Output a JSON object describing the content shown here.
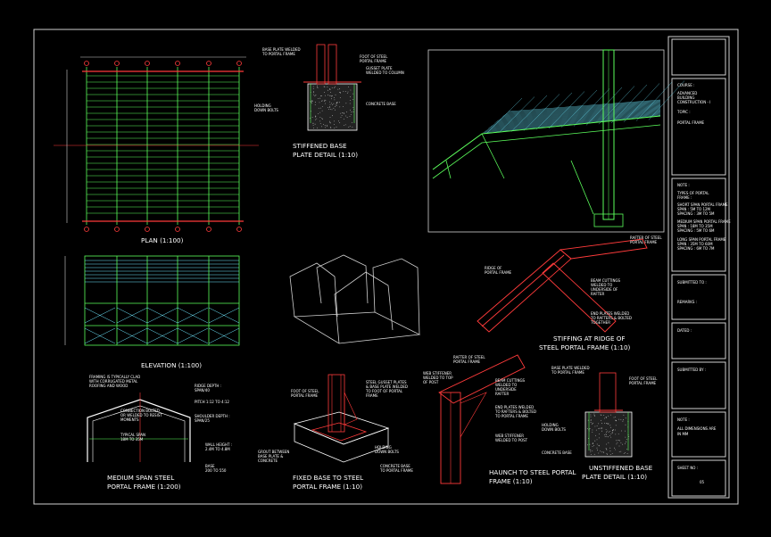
{
  "colors": {
    "background": "#000000",
    "border": "#cfcfcf",
    "green": "#5cff5c",
    "red": "#ff3b3b",
    "cyan": "#6fe8ff",
    "white": "#ffffff",
    "yellow": "#ffff66"
  },
  "titles": {
    "plan": "PLAN (1:100)",
    "elevation": "ELEVATION   (1:100)",
    "stiffened_base_1": "STIFFENED BASE",
    "stiffened_base_2": "PLATE DETAIL (1:10)",
    "stiffing_ridge_1": "STIFFING AT RIDGE OF",
    "stiffing_ridge_2": "STEEL PORTAL FRAME (1:10)",
    "medium_span_1": "MEDIUM SPAN STEEL",
    "medium_span_2": "PORTAL FRAME (1:200)",
    "fixed_base_1": "FIXED BASE TO STEEL",
    "fixed_base_2": "PORTAL FRAME (1:10)",
    "haunch_1": "HAUNCH TO STEEL PORTAL",
    "haunch_2": "FRAME (1:10)",
    "unstiffened_1": "UNSTIFFENED BASE",
    "unstiffened_2": "PLATE DETAIL (1:10)"
  },
  "labels": {
    "base_plate_welded": "BASE PLATE WELDED",
    "to_portal_frame": "TO PORTAL FRAME",
    "foot_of_steel": "FOOT OF STEEL",
    "portal_frame": "PORTAL FRAME",
    "gusset_plate": "GUSSET PLATE",
    "welded_to_column": "WELDED TO COLUMN",
    "holding": "HOLDING",
    "down_bolts": "DOWN BOLTS",
    "concrete_base": "CONCRETE BASE",
    "rafter_of_steel": "RAFTER OF STEEL",
    "ridge_of": "RIDGE OF",
    "beam_cuttings": "BEAM CUTTINGS",
    "welded_to": "WELDED TO",
    "underside_of": "UNDERSIDE OF",
    "rafter": "RAFTER",
    "end_plates": "END PLATES WELDED",
    "to_rafters_bolted": "TO RAFTERS & BOLTED",
    "together": "TOGETHER",
    "framing_typ": "FRAMING IS TYPICALLY CLAD",
    "with_corrugated": "WITH CORRUGATED METAL",
    "roofing_wood": "ROOFING AND WOOD",
    "ridge_depth": "RIDGE DEPTH :",
    "span_40": "SPAN/40",
    "pitch": "PITCH 1:12 TO 4:12",
    "connection_bolted": "CONNECTION BOLTED",
    "or_welded": "OR WELDED TO RESIST",
    "moments": "MOMENTS",
    "shoulder_depth": "SHOULDER DEPTH :",
    "span_25": "SPAN/25",
    "typical_span": "TYPICAL SPAN",
    "span_range": "18M TO 35M",
    "wall_height": "WALL HEIGHT :",
    "height_range": "2.4M TO 4.8M",
    "base": "BASE",
    "base_range": "200 TO 550",
    "steel_gusset": "STEEL GUSSET PLATES",
    "base_plate_weld": "& BASE PLATE WELDED",
    "to_foot": "TO FOOT OF PORTAL",
    "frame": "FRAME",
    "grout": "GROUT BETWEEN",
    "base_plate_and": "BASE PLATE &",
    "concrete": "CONCRETE",
    "concrete_base_to": "CONCRETE BASE",
    "to_portal": "TO PORTAL FRAME",
    "web_stiffener": "WEB STIFFENER",
    "welded_to_top": "WELDED TO TOP",
    "of_post": "OF POST",
    "welded_to_post": "WELDED TO POST",
    "underside": "UNDERSIDE"
  },
  "title_block": {
    "course_label": "COURSE :",
    "course_value_1": "ADVANCED",
    "course_value_2": "BUILDING",
    "course_value_3": "CONSTRUCTION - I",
    "topic_label": "TOPIC :",
    "topic_value": "PORTAL FRAME",
    "note_label": "NOTE :",
    "note_1": "TYPES OF PORTAL",
    "note_2": "FRAME :",
    "note_3": "SHORT SPAN PORTAL FRAME",
    "note_4": "SPAN      : 5M TO 12M",
    "note_5": "SPACING : 3M TO 5M",
    "note_6": "MEDIUM SPAN PORTAL FRAME",
    "note_7": "SPAN      : 18M TO 35M",
    "note_8": "SPACING : 5M TO 6M",
    "note_9": "LONG SPAN PORTAL FRAME",
    "note_10": "SPAN      : 35M TO 60M",
    "note_11": "SPACING : 6M TO 7M",
    "submitted_to": "SUBMITTED TO :",
    "remarks": "REMARKS :",
    "dated": "DATED :",
    "submitted_by": "SUBMITTED BY :",
    "note2_label": "NOTE :",
    "note2_1": "ALL DIMENSIONS ARE",
    "note2_2": "IN MM",
    "sheet_no_label": "SHEET NO :",
    "sheet_no_value": "05"
  }
}
